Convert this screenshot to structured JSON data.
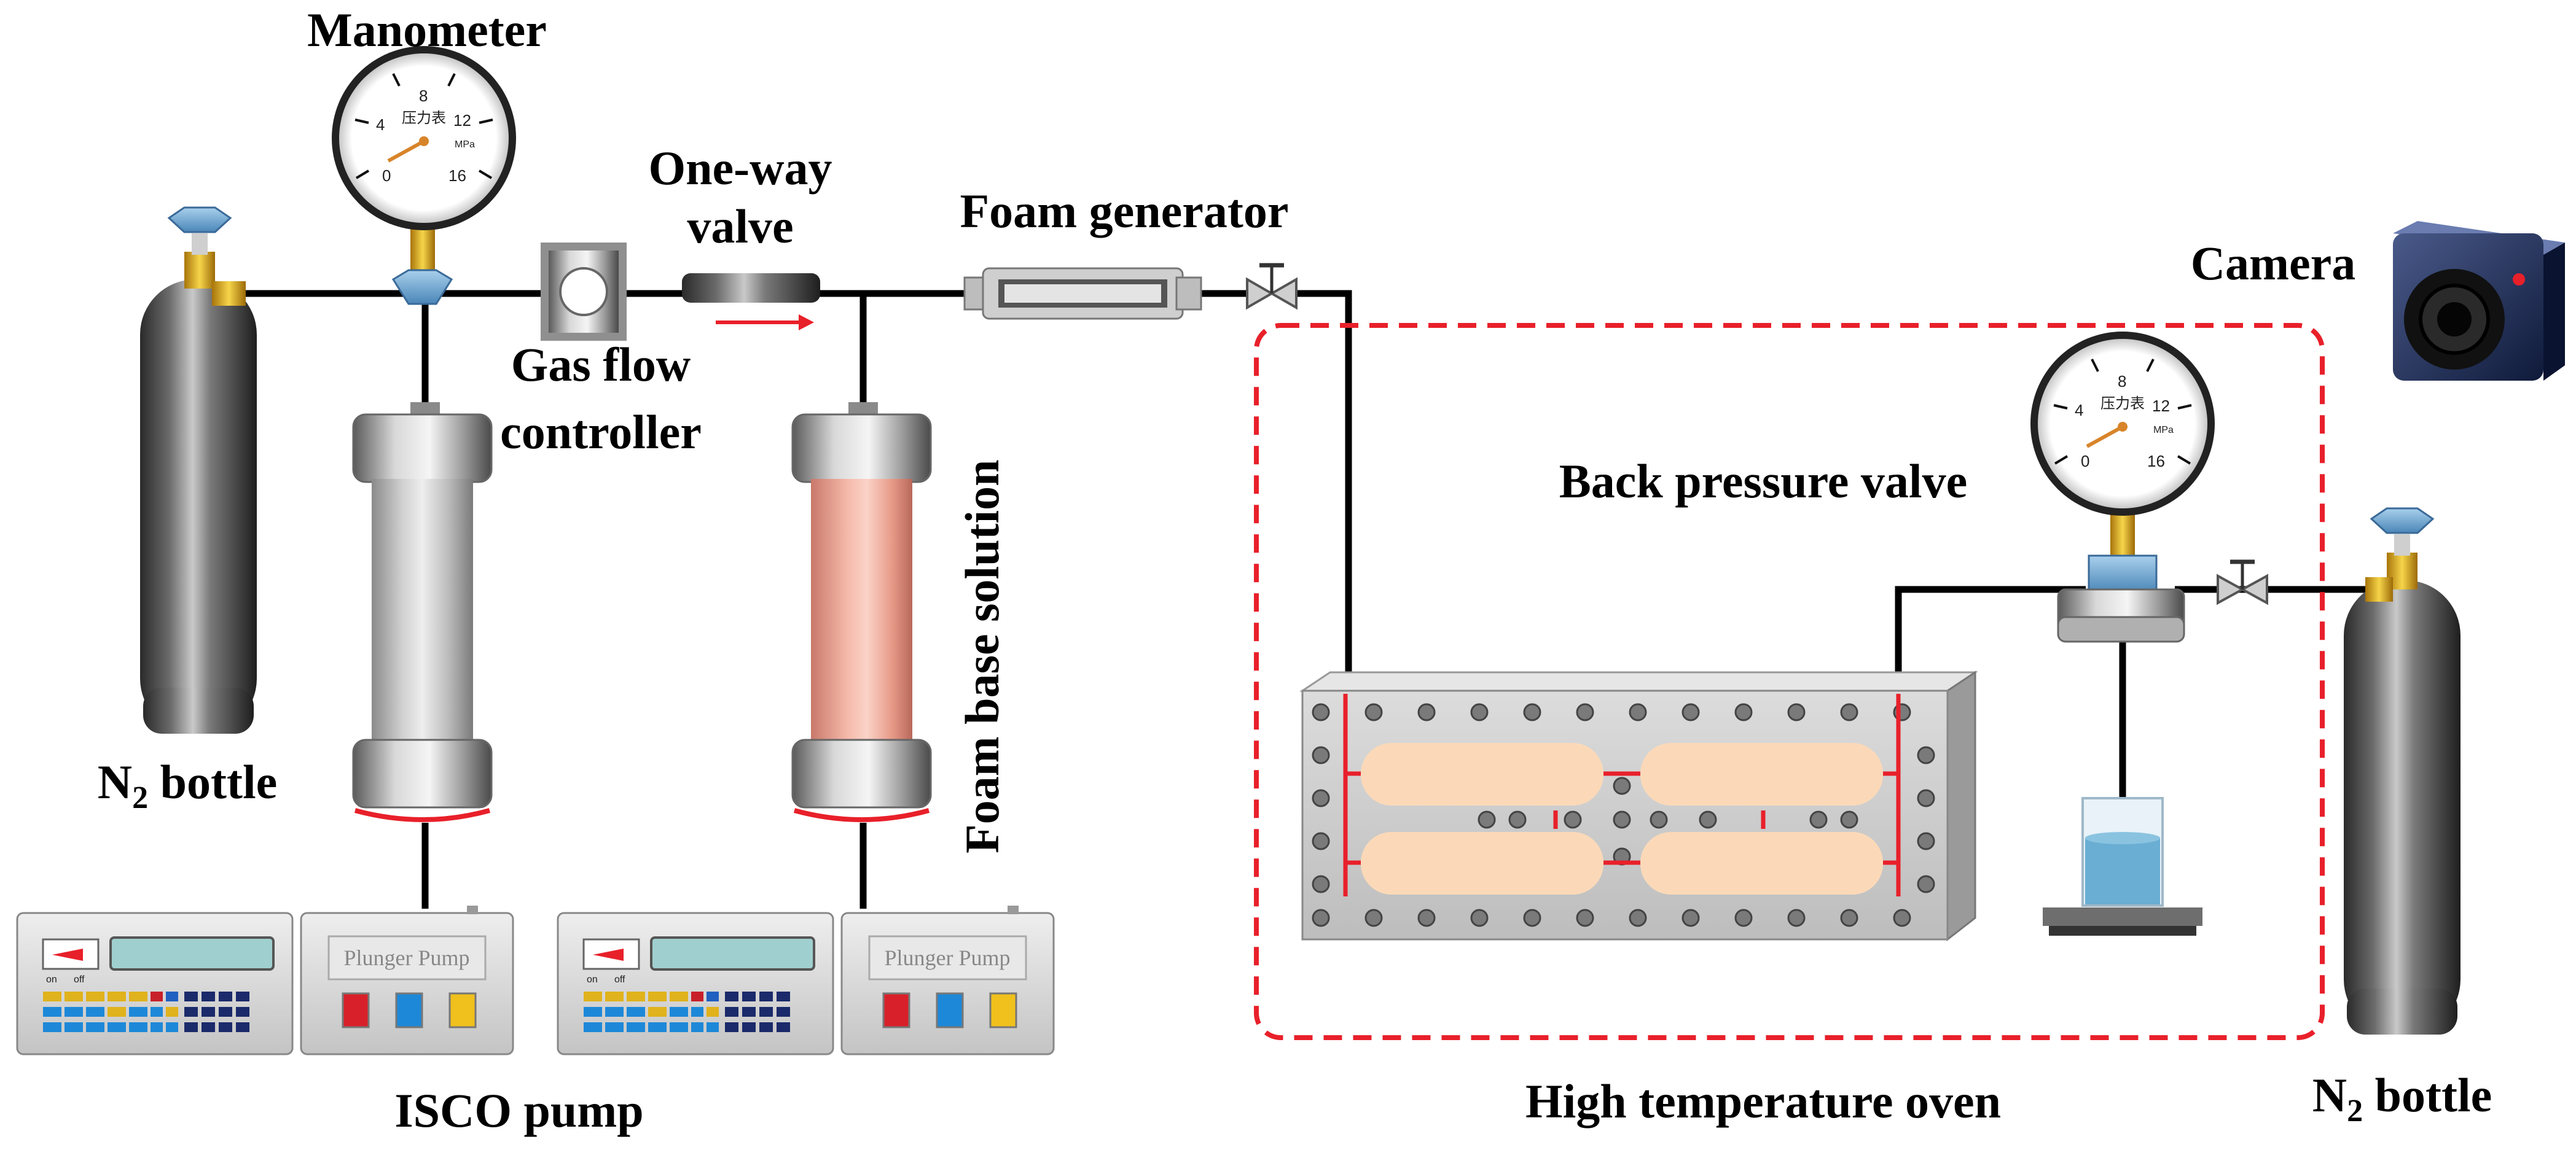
{
  "labels": {
    "manometer": "Manometer",
    "one_way_valve_line1": "One-way",
    "one_way_valve_line2": "valve",
    "foam_generator": "Foam generator",
    "camera": "Camera",
    "gas_flow_line1": "Gas flow",
    "gas_flow_line2": "controller",
    "foam_base_solution": "Foam base solution",
    "back_pressure_valve": "Back pressure valve",
    "n2_left": "N",
    "n2_left_sub": "2",
    "n2_left_rest": " bottle",
    "n2_right": "N",
    "n2_right_sub": "2",
    "n2_right_rest": " bottle",
    "isco_pump": "ISCO pump",
    "high_temp_oven": "High temperature oven"
  },
  "gauge": {
    "ticks": [
      "0",
      "4",
      "8",
      "12",
      "16"
    ],
    "face_text": "压力表",
    "unit": "MPa"
  },
  "pump": {
    "plunger_label": "Plunger Pump",
    "switch_on": "on",
    "switch_off": "off"
  },
  "colors": {
    "pipe": "#000000",
    "oven_border": "#e8202a",
    "flow_arrow": "#e8202a",
    "foam_solution": "#f4b8a8",
    "micromodel_channel": "#fbd9b8",
    "gauge_needle": "#d8842a",
    "valve_cap": "#5fa0cf",
    "brass_fitting": "#e0b21c",
    "water": "#6aaed3"
  }
}
